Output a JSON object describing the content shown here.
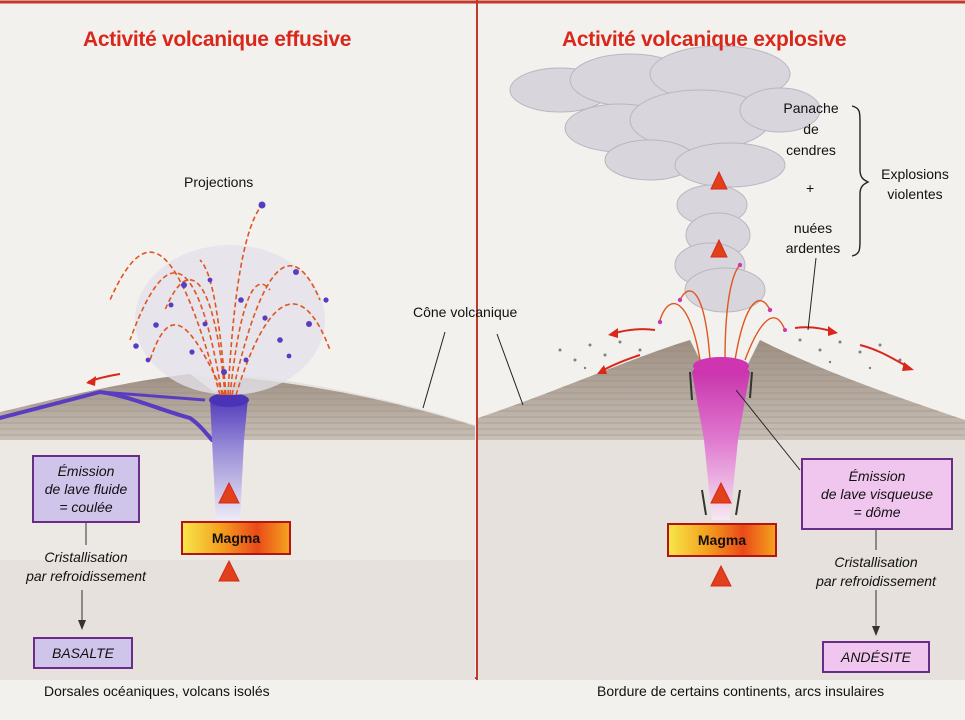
{
  "left": {
    "title": "Activité volcanique effusive",
    "projections": "Projections",
    "cone": "Cône volcanique",
    "emission": [
      "Émission",
      "de lave fluide",
      "= coulée"
    ],
    "magma": "Magma",
    "cristallisation": [
      "Cristallisation",
      "par refroidissement"
    ],
    "rock": "BASALTE",
    "footer": "Dorsales océaniques, volcans isolés"
  },
  "right": {
    "title": "Activité volcanique explosive",
    "panache": [
      "Panache",
      "de",
      "cendres"
    ],
    "plus": "+",
    "nuees": [
      "nuées",
      "ardentes"
    ],
    "explosions": [
      "Explosions",
      "violentes"
    ],
    "emission": [
      "Émission",
      "de lave visqueuse",
      "= dôme"
    ],
    "magma": "Magma",
    "cristallisation": [
      "Cristallisation",
      "par refroidissement"
    ],
    "rock": "ANDÉSITE",
    "footer": "Bordure de certains continents, arcs insulaires"
  },
  "colors": {
    "title": "#d9281b",
    "lava_fluid": "#5a3cc0",
    "lava_viscous": "#d43ab8",
    "ground": "#b5aea5",
    "box_left": "#cfc5ea",
    "box_right": "#f0c6ee",
    "frame": "#c0392b"
  }
}
